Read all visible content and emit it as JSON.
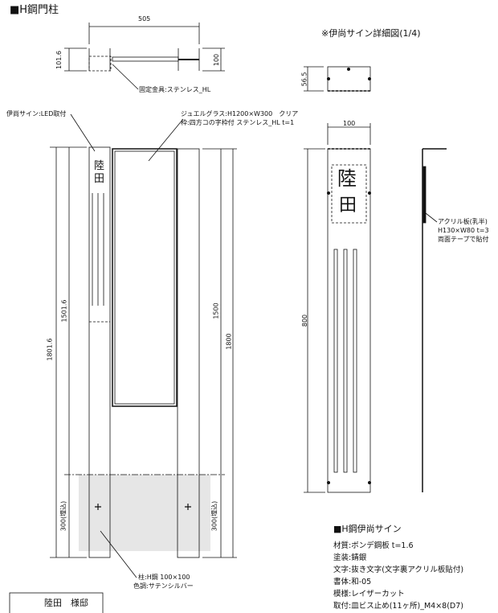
{
  "title": "■H鋼門柱",
  "detail_title": "※伊尚サイン詳細図(1/4)",
  "plan": {
    "width_dim": "505",
    "left_height_dim": "101.6",
    "right_height_dim": "100",
    "bracket_label": "固定金具:ステンレス_HL"
  },
  "elevation": {
    "sign_label": "伊尚サイン:LED取付",
    "glass_label_1": "ジュエルグラス:H1200×W300　クリア",
    "glass_label_2": "枠:四方コの字枠付 ステンレス_HL t=1",
    "sign_char_1": "陸",
    "sign_char_2": "田",
    "dims_left": [
      "1801.6",
      "1501.6",
      "300(埋込)"
    ],
    "dims_right": [
      "1500",
      "1800",
      "300(埋込)"
    ],
    "post_label_1": "柱:H鋼 100×100",
    "post_label_2": "色調:サテンシルバー"
  },
  "detail": {
    "top_dim": "56.5",
    "width_dim": "100",
    "height_dim": "800",
    "char_1": "陸",
    "char_2": "田",
    "acrylic_1": "アクリル板(乳半)",
    "acrylic_2": "H130×W80 t=3",
    "acrylic_3": "両面テープで貼付"
  },
  "spec": {
    "title": "■H鋼伊尚サイン",
    "lines": [
      "材質:ボンデ鋼板 t=1.6",
      "塗装:錆銀",
      "文字:抜き文字(文字裏アクリル板貼付)",
      "書体:和-05",
      "模様:レイザーカット",
      "取付:皿ビス止め(11ヶ所)_M4×8(D7)"
    ]
  },
  "name_box": "陸田　様邸"
}
